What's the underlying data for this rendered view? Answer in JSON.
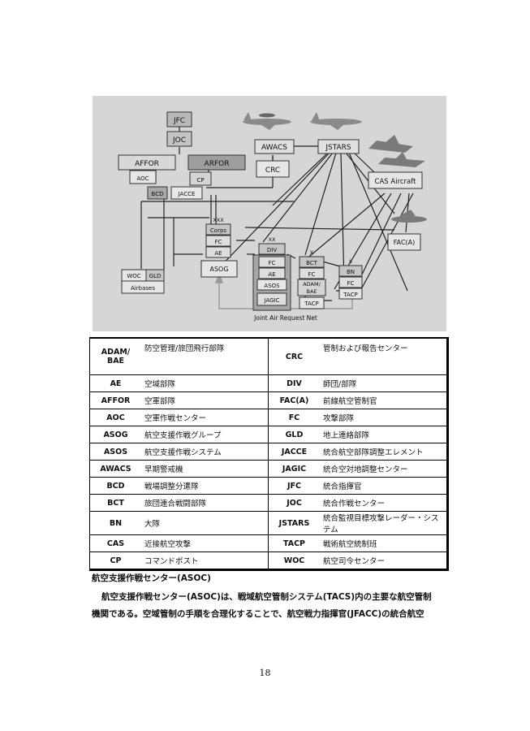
{
  "diagram": {
    "labels": {
      "jfc": "JFC",
      "joc": "JOC",
      "affor": "AFFOR",
      "arfor": "ARFOR",
      "aoc": "AOC",
      "cp": "CP",
      "bcd": "BCD",
      "jacce": "JACCE",
      "awacs": "AWACS",
      "jstars": "JSTARS",
      "crc": "CRC",
      "cas_aircraft": "CAS Aircraft",
      "xxx": "XXX",
      "corps": "Corps",
      "fc": "FC",
      "ae": "AE",
      "asog": "ASOG",
      "xx": "XX",
      "div": "DIV",
      "asos": "ASOS",
      "jagic": "JAGIC",
      "x": "X",
      "bct": "BCT",
      "adam_bae_1": "ADAM/",
      "adam_bae_2": "BAE",
      "tacp": "TACP",
      "ii": "II",
      "bn": "BN",
      "fac_a": "FAC(A)",
      "woc": "WOC",
      "gld": "GLD",
      "airbases": "Airbases",
      "request_net": "Joint Air Request Net"
    }
  },
  "table": {
    "rows": [
      {
        "k1": "ADAM/\nBAE",
        "v1": "防空管理/旅団飛行部隊",
        "k2": "CRC",
        "v2": "管制および報告センター"
      },
      {
        "k1": "AE",
        "v1": "空域部隊",
        "k2": "DIV",
        "v2": "師団/部隊"
      },
      {
        "k1": "AFFOR",
        "v1": "空軍部隊",
        "k2": "FAC(A)",
        "v2": "前線航空管制官"
      },
      {
        "k1": "AOC",
        "v1": "空軍作戦センター",
        "k2": "FC",
        "v2": "攻撃部隊"
      },
      {
        "k1": "ASOG",
        "v1": "航空支援作戦グループ",
        "k2": "GLD",
        "v2": "地上連絡部隊"
      },
      {
        "k1": "ASOS",
        "v1": "航空支援作戦システム",
        "k2": "JACCE",
        "v2": "統合航空部隊調整エレメント"
      },
      {
        "k1": "AWACS",
        "v1": "早期警戒機",
        "k2": "JAGIC",
        "v2": "統合空対地調整センター"
      },
      {
        "k1": "BCD",
        "v1": "戦場調整分遣隊",
        "k2": "JFC",
        "v2": "統合指揮官"
      },
      {
        "k1": "BCT",
        "v1": "旅団連合戦闘部隊",
        "k2": "JOC",
        "v2": "統合作戦センター"
      },
      {
        "k1": "BN",
        "v1": "大隊",
        "k2": "JSTARS",
        "v2": "統合監視目標攻撃レーダー・システム"
      },
      {
        "k1": "CAS",
        "v1": "近接航空攻撃",
        "k2": "TACP",
        "v2": "戦術航空統制班"
      },
      {
        "k1": "CP",
        "v1": "コマンドポスト",
        "k2": "WOC",
        "v2": "航空司令センター"
      }
    ]
  },
  "section": {
    "title": "航空支援作戦センター(ASOC)",
    "line1": "航空支援作戦センター(ASOC)は、戦域航空管制システム(TACS)内の主要な航空管制",
    "line2": "機関である。空域管制の手順を合理化することで、航空戦力指揮官(JFACC)の統合航空"
  },
  "page_number": "18"
}
